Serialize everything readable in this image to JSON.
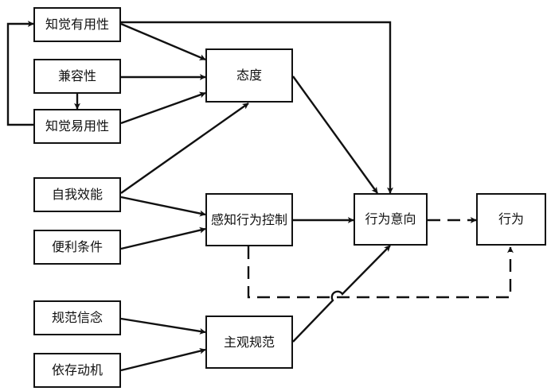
{
  "nodes": {
    "perceived_usefulness": "知觉有用性",
    "compatibility": "兼容性",
    "perceived_ease_of_use": "知觉易用性",
    "self_efficacy": "自我效能",
    "facilitating_conditions": "便利条件",
    "normative_beliefs": "规范信念",
    "motivation_to_comply": "依存动机",
    "attitude": "态度",
    "perceived_behavioral_control": "感知行为控制",
    "subjective_norm": "主观规范",
    "behavioral_intention": "行为意向",
    "behavior": "行为"
  },
  "colors": {
    "line": "#111111",
    "box_border": "#111111",
    "background": "#ffffff"
  }
}
